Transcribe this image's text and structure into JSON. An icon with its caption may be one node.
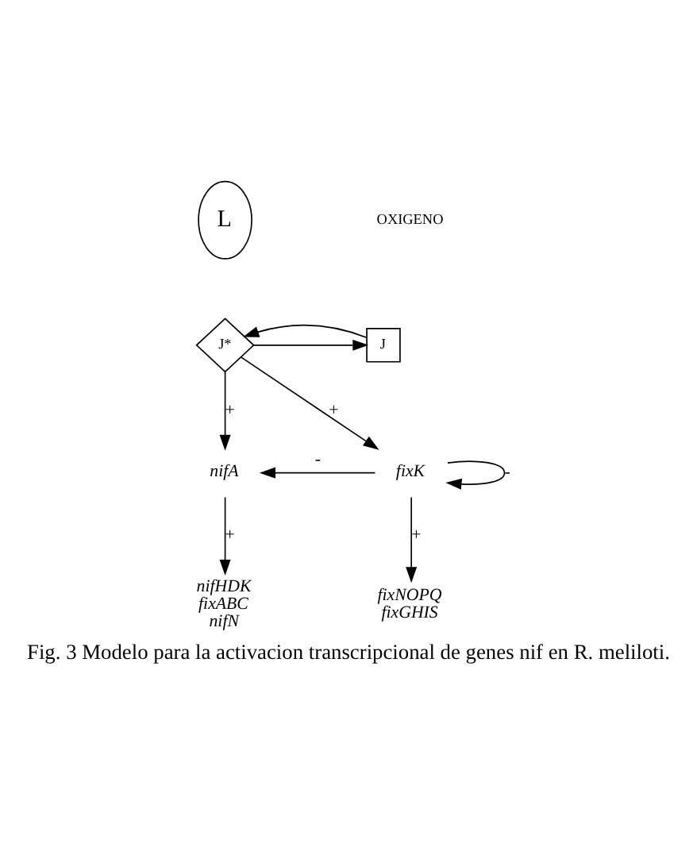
{
  "diagram": {
    "caption": "Fig. 3 Modelo para la activacion transcripcional de genes *nif* en *R. meliloti*.",
    "nodes": [
      {
        "text": [
          "L"
        ]
      },
      {
        "text": [
          "J"
        ]
      },
      {
        "text": [
          "J*"
        ]
      },
      {
        "text": [
          "nifA"
        ]
      },
      {
        "text": [
          "fixK"
        ]
      },
      {
        "text": [
          "nifHDK fixABC nifN"
        ]
      },
      {
        "text": [
          "fixNOPQ fixGHIS"
        ]
      }
    ],
    "edges": [
      {
        "from": 2,
        "to": 1,
        "arrow": "to"
      },
      {
        "from": 1,
        "to": 2,
        "arrow": "to"
      },
      {
        "from": 2,
        "to": 3,
        "arrow": "to",
        "label": "+"
      },
      {
        "from": 2,
        "to": 4,
        "arrow": "to",
        "label": "+"
      },
      {
        "from": 4,
        "to": 3,
        "arrow": "to",
        "label": "-"
      },
      {
        "from": 4,
        "to": 4,
        "arrow": "to",
        "label": "-"
      },
      {
        "from": 3,
        "to": 5,
        "arrow": "to",
        "label": "+"
      },
      {
        "from": 4,
        "to": 6,
        "arrow": "to",
        "label": "+"
      }
    ],
    "labels": [
      "OXIGENO"
    ]
  }
}
